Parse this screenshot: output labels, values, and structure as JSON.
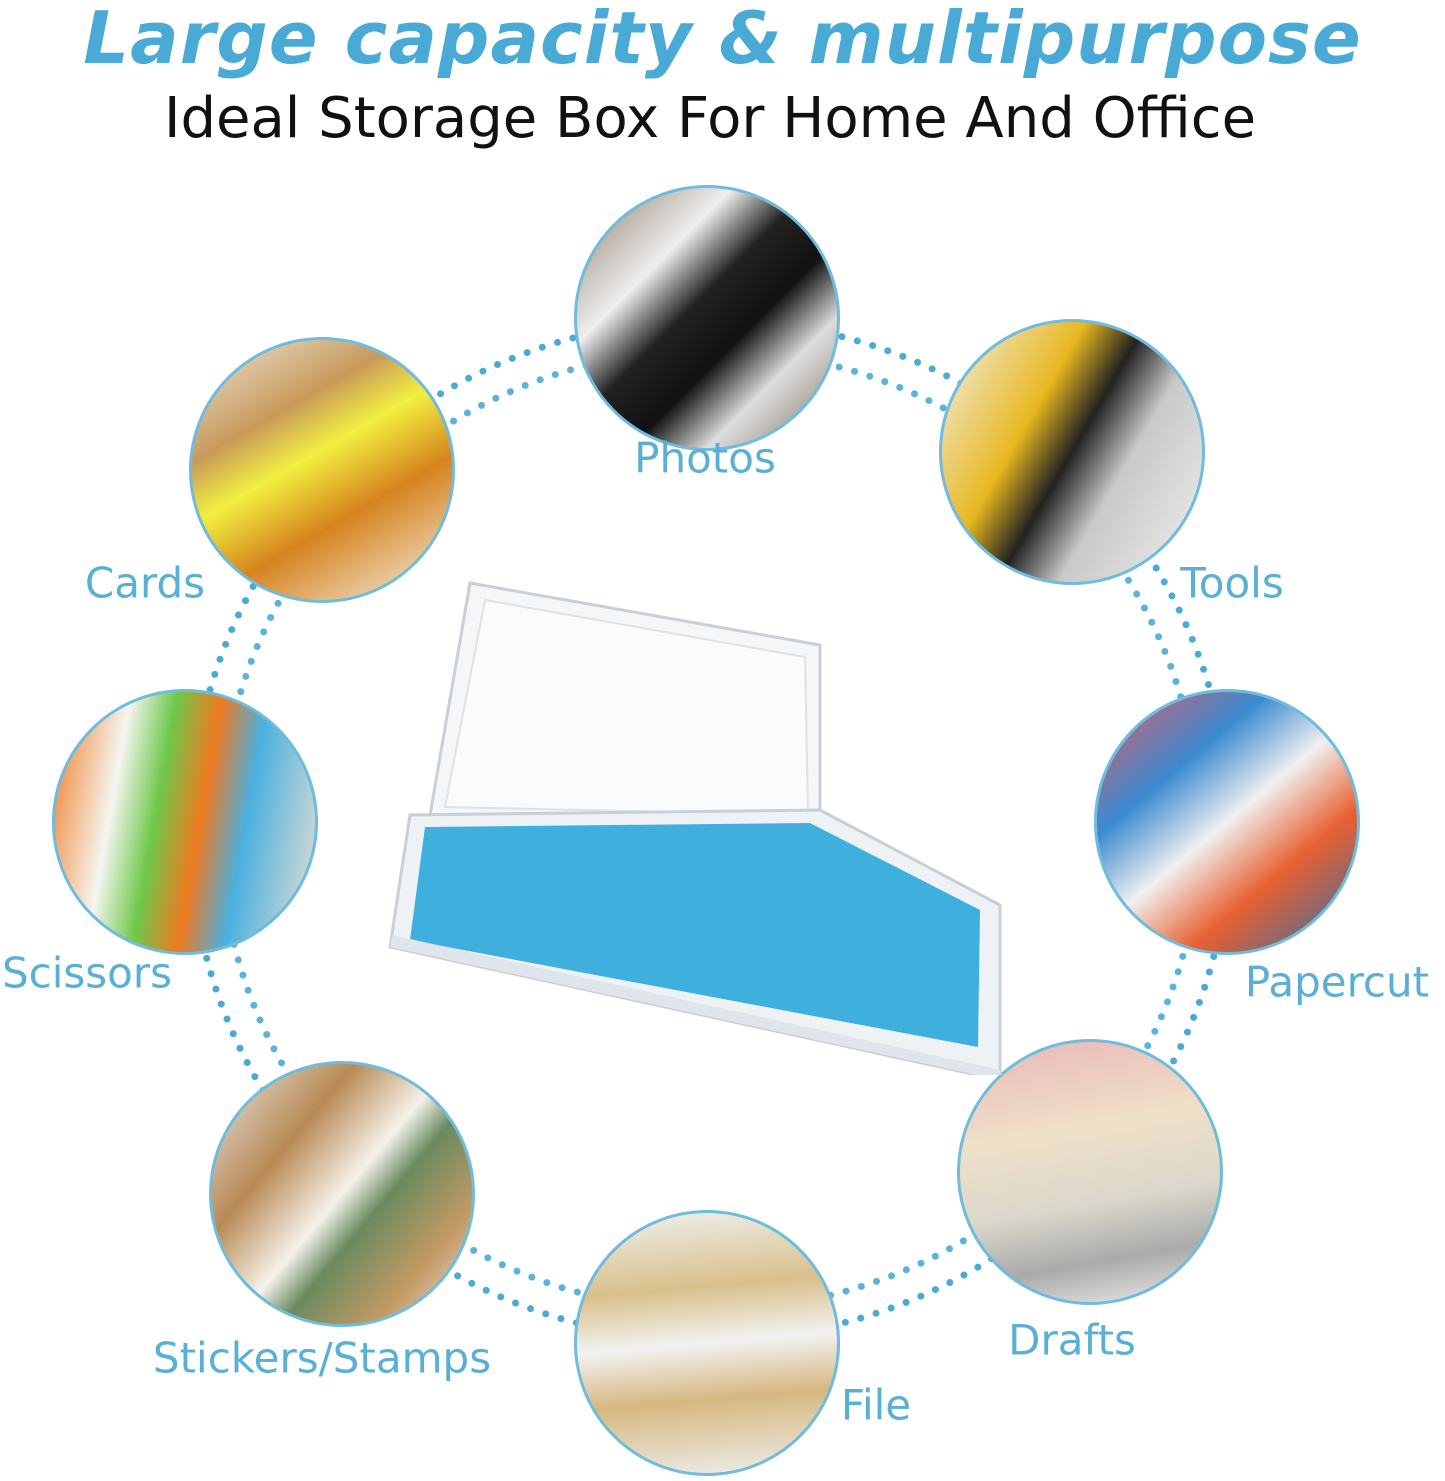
{
  "header": {
    "title": "Large capacity & multipurpose",
    "subtitle": "Ideal Storage Box For Home And Office"
  },
  "uses": [
    {
      "label": "Photos"
    },
    {
      "label": "Tools"
    },
    {
      "label": "Papercut"
    },
    {
      "label": "Drafts"
    },
    {
      "label": "File"
    },
    {
      "label": "Stickers/Stamps"
    },
    {
      "label": "Scissors"
    },
    {
      "label": "Cards"
    }
  ],
  "colors": {
    "accent": "#4aaad6",
    "box_insert": "#3fb0de"
  }
}
